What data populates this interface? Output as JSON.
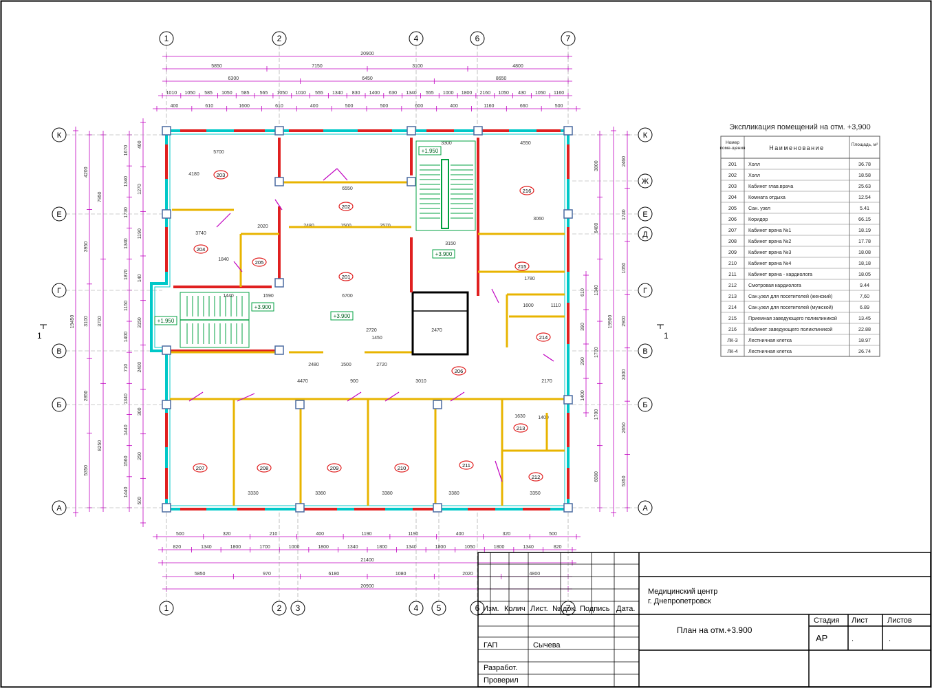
{
  "axes_columns": [
    "1",
    "2",
    "3",
    "4",
    "5",
    "6",
    "7"
  ],
  "axes_rows": [
    "К",
    "Ж",
    "Е",
    "Д",
    "Г",
    "В",
    "Б",
    "А"
  ],
  "section_mark": "1",
  "dims_top": {
    "overall": "20900",
    "row1": [
      "5850",
      "7150",
      "3100",
      "4800"
    ],
    "row2": [
      "6300",
      "6450",
      "8650"
    ],
    "row3": [
      "1010",
      "1050",
      "585",
      "1050",
      "585",
      "565",
      "1050",
      "1010",
      "555",
      "1340",
      "830",
      "1400",
      "630",
      "1340",
      "555",
      "1000",
      "1800",
      "2160",
      "1050",
      "430",
      "1050",
      "1160"
    ],
    "row4": [
      "400",
      "610",
      "1600",
      "610",
      "400",
      "500",
      "500",
      "600",
      "400",
      "1160",
      "660",
      "500"
    ]
  },
  "dims_bottom": {
    "row1": [
      "500",
      "320",
      "210",
      "400",
      "1190",
      "1190",
      "400",
      "320",
      "500"
    ],
    "row2": [
      "820",
      "1340",
      "1800",
      "1700",
      "1000",
      "1800",
      "1340",
      "1800",
      "1340",
      "1800",
      "1050",
      "1800",
      "1340",
      "820"
    ],
    "overall_a": "21400",
    "row3": [
      "5850",
      "970",
      "6180",
      "1080",
      "2020",
      "4800"
    ],
    "overall_b": "20900"
  },
  "dims_left": {
    "overall": "19450",
    "seg_a": [
      "7950",
      "3700",
      "8250"
    ],
    "seg_b": [
      "4200",
      "3950",
      "3100",
      "2850",
      "5350"
    ],
    "seg_c": [
      "1670",
      "1340",
      "1730",
      "1340",
      "1870",
      "1150",
      "1400",
      "710",
      "1340",
      "1440",
      "1560",
      "1440"
    ],
    "seg_d": [
      "400",
      "1270",
      "1190",
      "140",
      "3150",
      "2400",
      "300",
      "250",
      "500"
    ]
  },
  "dims_right": {
    "overall": "19900",
    "seg_a": [
      "2460",
      "1740",
      "1050",
      "2900",
      "3300",
      "2650",
      "5350"
    ],
    "seg_b": [
      "3800",
      "6400",
      "1340",
      "1700",
      "1700",
      "6080"
    ],
    "seg_c": [
      "610",
      "390",
      "290",
      "1400"
    ]
  },
  "inner_dims": [
    "5700",
    "4180",
    "3740",
    "2020",
    "6550",
    "2480",
    "1500",
    "2570",
    "3300",
    "4550",
    "3060",
    "3150",
    "6700",
    "2720",
    "1450",
    "2480",
    "1500",
    "2720",
    "4470",
    "900",
    "3010",
    "2170",
    "3330",
    "3360",
    "3380",
    "3380",
    "3350",
    "1840",
    "1440",
    "1590",
    "2470",
    "1780",
    "1600",
    "1110",
    "1630",
    "1400"
  ],
  "elevations": [
    "+3.900",
    "+3.900",
    "+3.900",
    "+1.950",
    "+1.950"
  ],
  "rooms": [
    {
      "num": "201"
    },
    {
      "num": "202"
    },
    {
      "num": "203"
    },
    {
      "num": "204"
    },
    {
      "num": "205"
    },
    {
      "num": "206"
    },
    {
      "num": "207"
    },
    {
      "num": "208"
    },
    {
      "num": "209"
    },
    {
      "num": "210"
    },
    {
      "num": "211"
    },
    {
      "num": "212"
    },
    {
      "num": "213"
    },
    {
      "num": "214"
    },
    {
      "num": "215"
    },
    {
      "num": "216"
    }
  ],
  "explication": {
    "title": "Экспликация помещений на отм. +3,900",
    "headers": {
      "num": "Номер поме-щения",
      "name": "Наименование",
      "area": "Площадь, м²"
    },
    "rows": [
      {
        "num": "201",
        "name": "Холл",
        "area": "36.78"
      },
      {
        "num": "202",
        "name": "Холл",
        "area": "18.58"
      },
      {
        "num": "203",
        "name": "Кабинет глав.врача",
        "area": "25.63"
      },
      {
        "num": "204",
        "name": "Комната отдыха",
        "area": "12.54"
      },
      {
        "num": "205",
        "name": "Сан. узел",
        "area": "5.41"
      },
      {
        "num": "206",
        "name": "Коридор",
        "area": "66.15"
      },
      {
        "num": "207",
        "name": "Кабинет врача №1",
        "area": "18.19"
      },
      {
        "num": "208",
        "name": "Кабинет врача №2",
        "area": "17.78"
      },
      {
        "num": "209",
        "name": "Кабинет врача №3",
        "area": "18.08"
      },
      {
        "num": "210",
        "name": "Кабинет врача №4",
        "area": "18,18"
      },
      {
        "num": "211",
        "name": "Кабинет врача - кардиолога",
        "area": "18.05"
      },
      {
        "num": "212",
        "name": "Смотровая кардиолога",
        "area": "9.44"
      },
      {
        "num": "213",
        "name": "Сан.узел для посетителей (женский)",
        "area": "7,60"
      },
      {
        "num": "214",
        "name": "Сан.узел для посетителей (мужской)",
        "area": "6.89"
      },
      {
        "num": "215",
        "name": "Приемная заведующего поликлиникой",
        "area": "13.45"
      },
      {
        "num": "216",
        "name": "Кабинет заведующего поликлиникой",
        "area": "22.88"
      },
      {
        "num": "ЛК-3",
        "name": "Лестничная клетка",
        "area": "18.97"
      },
      {
        "num": "ЛК-4",
        "name": "Лестничная клетка",
        "area": "26.74"
      }
    ]
  },
  "title_block": {
    "org_line1": "Медицинский центр",
    "org_line2": "г. Днепропетровск",
    "sheet_title": "План  на отм.+3.900",
    "header_izm": "Изм.",
    "header_kol": "Колич",
    "header_list": "Лист.",
    "header_doc": "№ док.",
    "header_sign": "Подпись",
    "header_date": "Дата.",
    "role_gap": "ГАП",
    "name_gap": "Сычева",
    "role_dev": "Разработ.",
    "role_check": "Проверил",
    "stage_label": "Стадия",
    "sheet_label": "Лист",
    "sheets_label": "Листов",
    "stage_value": "АР",
    "sheet_value": ".",
    "sheets_value": "."
  },
  "colors": {
    "dim": "#c000c0",
    "wall_outer": "#00c8c8",
    "wall_inner": "#e8b400",
    "wall_red": "#e02020",
    "stairs": "#00a040",
    "frame": "#000000"
  }
}
